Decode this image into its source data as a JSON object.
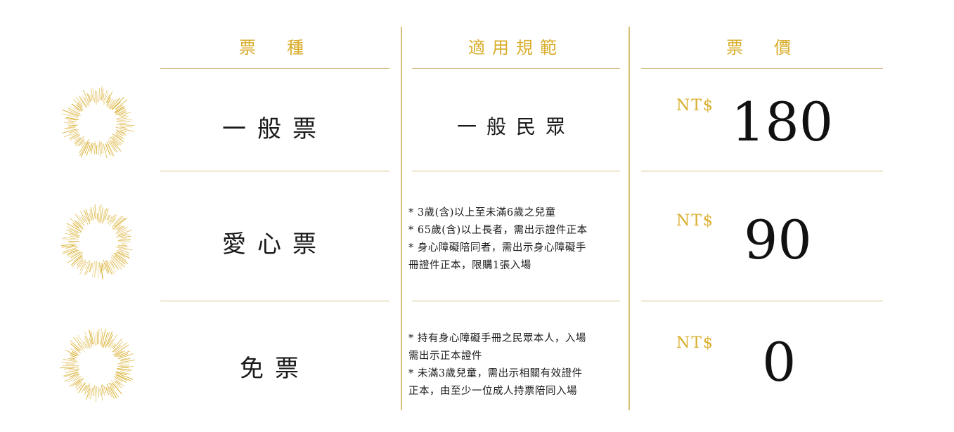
{
  "headers": {
    "type": "票　種",
    "rule": "適用規範",
    "price": "票　價"
  },
  "rows": [
    {
      "type": "一般票",
      "rule": "一般民眾",
      "rule_lines": [],
      "currency": "NT$",
      "price": "180"
    },
    {
      "type": "愛心票",
      "rule": "",
      "rule_lines": [
        "* 3歲(含)以上至未滿6歲之兒童",
        "* 65歲(含)以上長者，需出示證件正本",
        "* 身心障礙陪同者，需出示身心障礙手",
        "冊證件正本，限購1張入場"
      ],
      "currency": "NT$",
      "price": "90"
    },
    {
      "type": "免票",
      "rule": "",
      "rule_lines": [
        "* 持有身心障礙手冊之民眾本人，入場",
        "需出示正本證件",
        "*  未滿3歲兒童，需出示相關有效證件",
        "正本，由至少一位成人持票陪同入場"
      ],
      "currency": "NT$",
      "price": "0"
    }
  ],
  "colors": {
    "gold": "#d9ad2b",
    "line": "#d7c189",
    "text": "#1a1a1a"
  },
  "icons": [
    "sunburst-icon",
    "sunburst-icon",
    "sunburst-icon"
  ]
}
